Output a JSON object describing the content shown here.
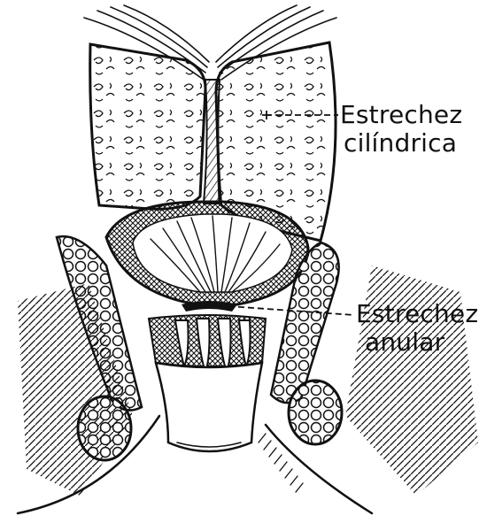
{
  "figure": {
    "labels": {
      "cylindrical": {
        "line1": "Estrechez",
        "line2": "cilíndrica"
      },
      "annular": {
        "line1": "Estrechez",
        "line2": "anular"
      }
    }
  }
}
